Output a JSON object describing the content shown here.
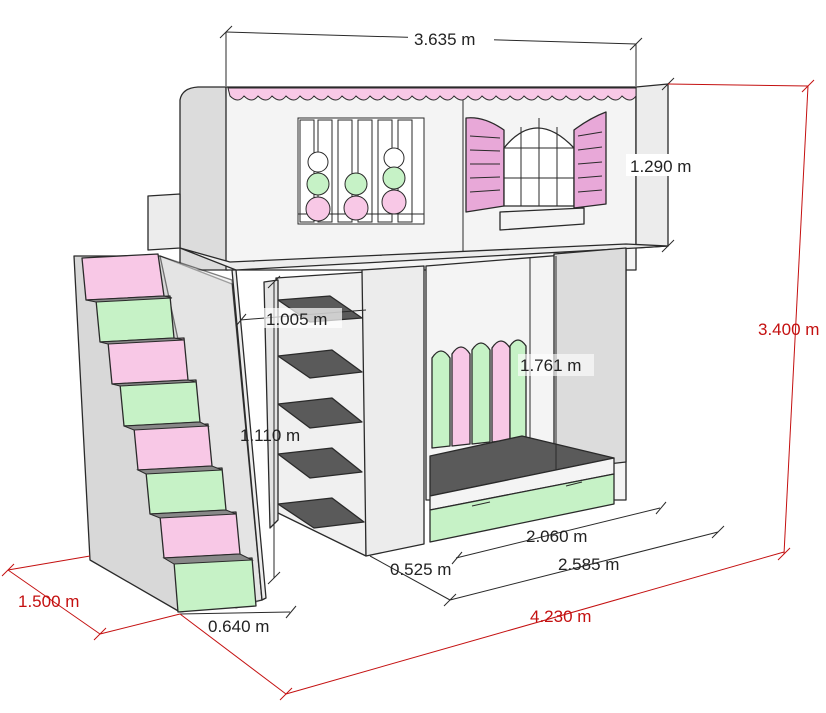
{
  "colors": {
    "pink": "#f8c8e6",
    "green": "#c6f2c6",
    "wall": "#f4f4f4",
    "side": "#dcdcdc",
    "dark": "#5a5a5a",
    "shutter": "#e8a8d8",
    "red_dim": "#c41010",
    "black_dim": "#2a2a2a"
  },
  "dimensions": {
    "top_width": "3.635 m",
    "upper_height": "1.290 m",
    "total_height": "3.400 m",
    "shelf_width": "1.005 m",
    "shelf_height": "1.110 m",
    "bed_height": "1.761 m",
    "bed_length": "2.060 m",
    "bed_outer_length": "2.585 m",
    "gap_depth": "0.525 m",
    "stair_depth": "0.640 m",
    "total_depth": "1.500 m",
    "total_length": "4.230 m"
  }
}
